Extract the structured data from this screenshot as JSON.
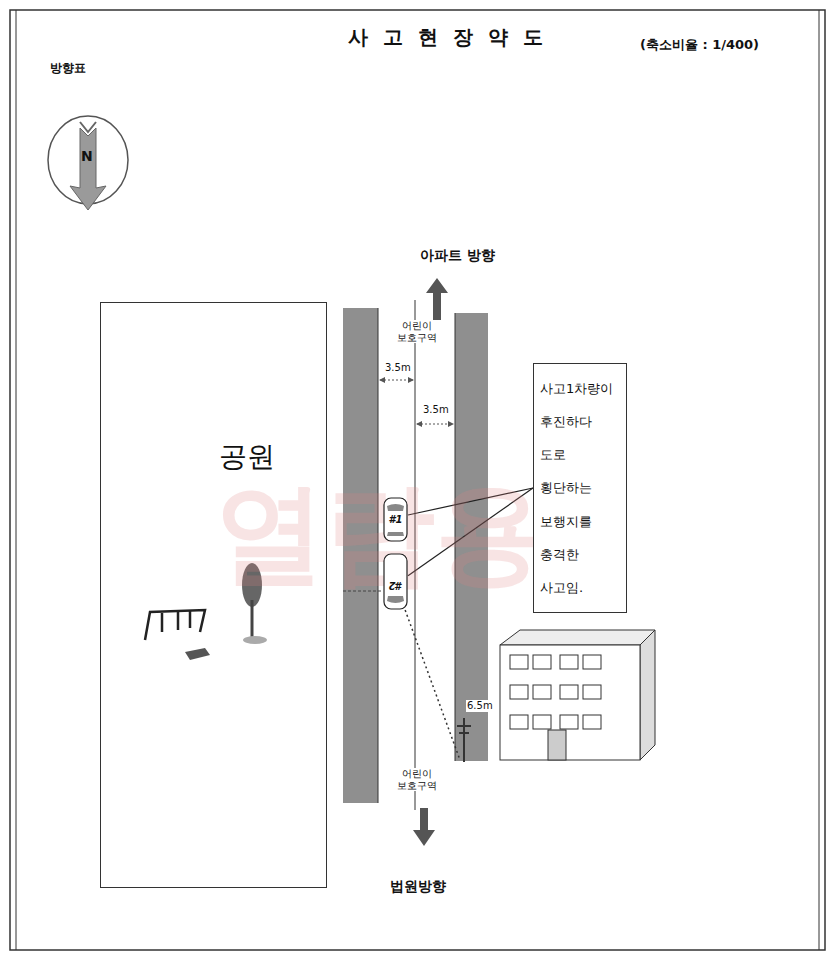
{
  "diagram": {
    "title": "사 고 현 장 약 도",
    "nodes": [
      {
        "text": [
          "공원"
        ]
      },
      {
        "text": [
          "사고1차량이 후진하다 도로 횡단하는 보행지를 충격한 사고임."
        ]
      },
      {
        "text": [
          "#1"
        ]
      },
      {
        "text": [
          "#2"
        ]
      }
    ],
    "edges": [
      {
        "from": 1,
        "to": 2,
        "arrow": "none"
      },
      {
        "from": 1,
        "to": 3,
        "arrow": "none"
      }
    ],
    "labels": [
      "(축소비율 : 1/400)",
      "방향표",
      "N",
      "아파트 방향",
      "어린이 보호구역",
      "3.5m",
      "3.5m",
      "6.5m",
      "어린이 보호구역",
      "법원방향",
      "열람용"
    ]
  }
}
